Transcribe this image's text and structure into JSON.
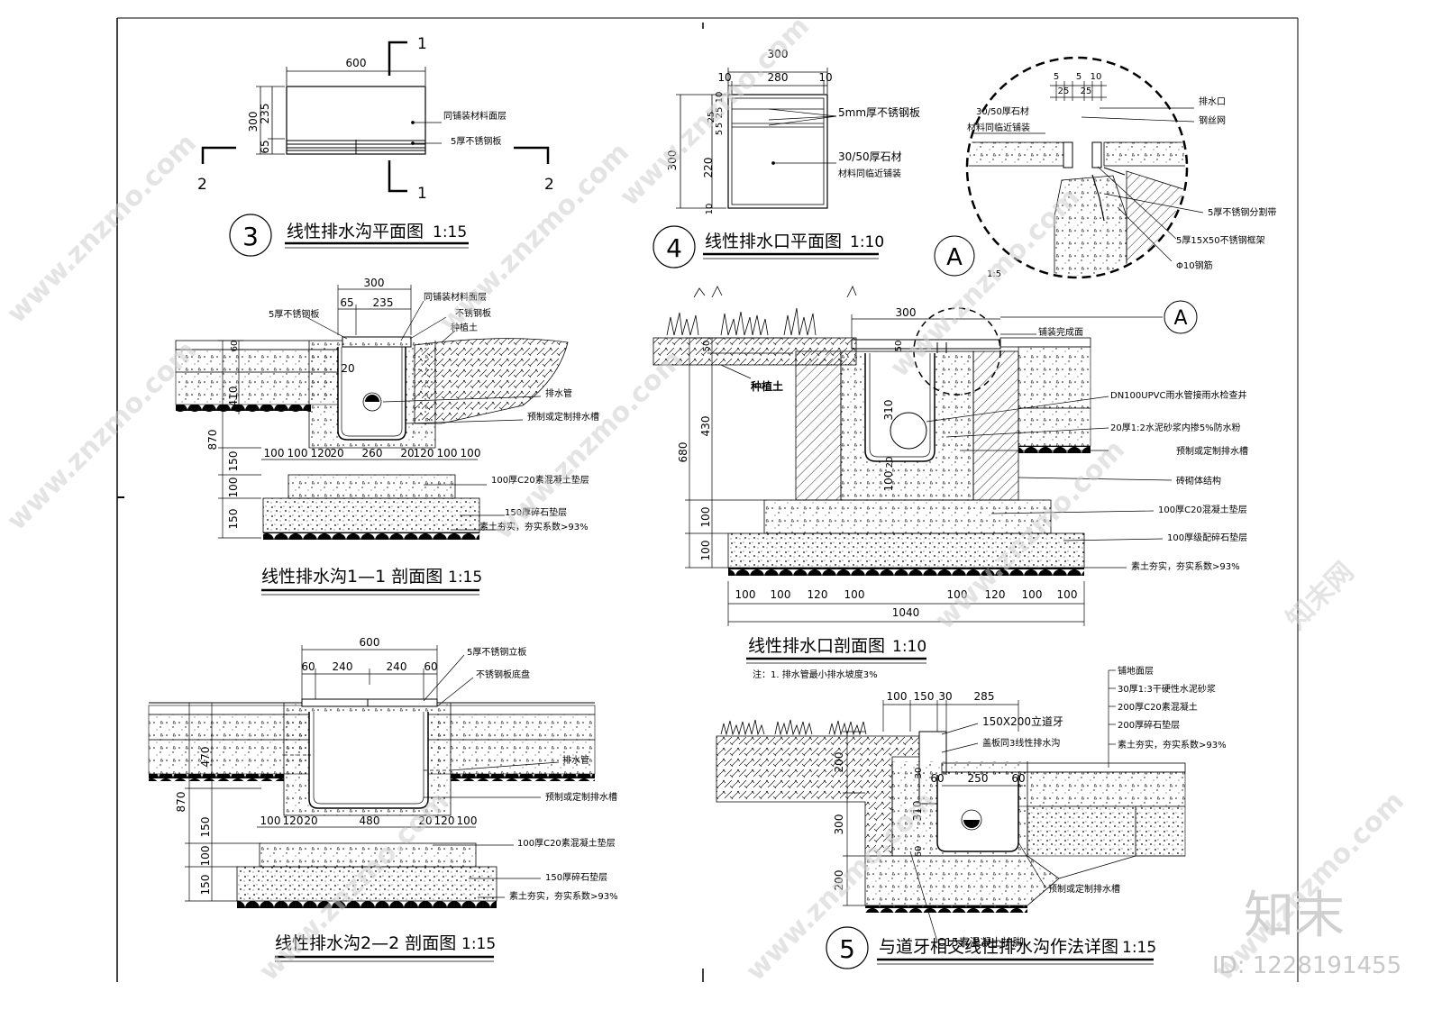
{
  "drawings": {
    "d3": {
      "num": "3",
      "title": "线性排水沟平面图",
      "scale": "1:15",
      "dims": {
        "w_top": "600",
        "h_total": "300",
        "h_a": "235",
        "h_b": "65"
      },
      "notes": [
        "同铺装材料面层",
        "5厚不锈钢板"
      ],
      "section_marks": {
        "s1_top": "1",
        "s1_bot": "1",
        "s2_left": "2",
        "s2_right": "2"
      }
    },
    "d4": {
      "num": "4",
      "title": "线性排水口平面图",
      "scale": "1:10",
      "dims": {
        "w_total": "300",
        "w_l": "10",
        "w_m": "280",
        "w_r": "10",
        "h_total": "300",
        "h_a": "25",
        "h_b": "25",
        "h_c": "10",
        "h_d": "5",
        "h_e": "5",
        "h_f": "220",
        "h_g": "10"
      },
      "notes": [
        "5mm厚不锈钢板",
        "30/50厚石材",
        "材料同临近铺装"
      ]
    },
    "dA": {
      "num": "A",
      "scale": "1:5",
      "dims": [
        "5",
        "5",
        "10",
        "25",
        "25"
      ],
      "notes": [
        "30/50厚石材",
        "材料同临近铺装",
        "排水口",
        "钢丝网",
        "5厚不锈钢分割带",
        "5厚15X50不锈钢框架",
        "Φ10钢筋"
      ]
    },
    "s11": {
      "title": "线性排水沟1—1 剖面图",
      "scale": "1:15",
      "dims_top": {
        "w": "300",
        "a": "65",
        "b": "235"
      },
      "dims_left": {
        "total": "870",
        "d1": "60",
        "d2": "410",
        "d3": "150",
        "d4": "100",
        "d5": "150"
      },
      "dim_small": "20",
      "dims_bottom": [
        "100",
        "100",
        "120",
        "20",
        "260",
        "20",
        "120",
        "100",
        "100"
      ],
      "notes": [
        "同铺装材料面层",
        "5厚不锈钢板",
        "不锈钢板",
        "种植土",
        "排水管",
        "预制或定制排水槽",
        "100厚C20素混凝土垫层",
        "150厚碎石垫层",
        "素土夯实，夯实系数>93%"
      ]
    },
    "s22": {
      "title": "线性排水沟2—2 剖面图",
      "scale": "1:15",
      "dims_top": [
        "60",
        "240",
        "240",
        "60"
      ],
      "dim_top_total": "600",
      "dims_left": {
        "total": "870",
        "d1": "470",
        "d2": "150",
        "d3": "100",
        "d4": "150"
      },
      "dims_bottom": [
        "100",
        "120",
        "20",
        "480",
        "20",
        "120",
        "100"
      ],
      "notes": [
        "5厚不锈钢立板",
        "不锈钢板底盘",
        "排水管",
        "预制或定制排水槽",
        "100厚C20素混凝土垫层",
        "150厚碎石垫层",
        "素土夯实，夯实系数>93%"
      ]
    },
    "sOut": {
      "title": "线性排水口剖面图",
      "scale": "1:10",
      "note": "注：1. 排水管最小排水坡度3%",
      "dim_top": "300",
      "dim_pipe": "310",
      "dim_small": "50",
      "dims_left": {
        "total": "680",
        "d1": "50",
        "d2": "430",
        "d3": "100",
        "d4": "100"
      },
      "dims_mid": [
        "100",
        "20"
      ],
      "dims_bottom": [
        "100",
        "100",
        "120",
        "100",
        "",
        "100",
        "120",
        "100",
        "100"
      ],
      "dim_bottom_total": "1040",
      "label_soil": "种植土",
      "detail_ref": "A",
      "notes": [
        "铺装完成面",
        "DN100UPVC雨水管接雨水检查井",
        "20厚1:2水泥砂浆内掺5%防水粉",
        "预制或定制排水槽",
        "砖砌体结构",
        "100厚C20混凝土垫层",
        "100厚级配碎石垫层",
        "素土夯实，夯实系数>93%"
      ]
    },
    "d5": {
      "num": "5",
      "title": "与道牙相交线性排水沟作法详图",
      "scale": "1:15",
      "dims_top": [
        "100",
        "150",
        "30",
        "285"
      ],
      "dims_inner": [
        "60",
        "250",
        "60"
      ],
      "dims_left": [
        "200",
        "300",
        "200"
      ],
      "dims_v": [
        "30",
        "310",
        "60"
      ],
      "notes_right": [
        "铺地面层",
        "30厚1:3干硬性水泥砂浆",
        "200厚C20素混凝土",
        "200厚碎石垫层",
        "素土夯实，夯实系数>93%"
      ],
      "notes_mid": [
        "150X200立道牙",
        "盖板同3线性排水沟"
      ],
      "notes_bot": [
        "预制或定制排水槽",
        "C15素混凝土护脚"
      ]
    }
  },
  "watermarks": {
    "site": "www.znzmo.com",
    "brand_cn": "知末网",
    "logo": "知末",
    "id": "ID: 1228191455"
  },
  "colors": {
    "line": "#000000",
    "watermark": "#cfcfcf"
  }
}
